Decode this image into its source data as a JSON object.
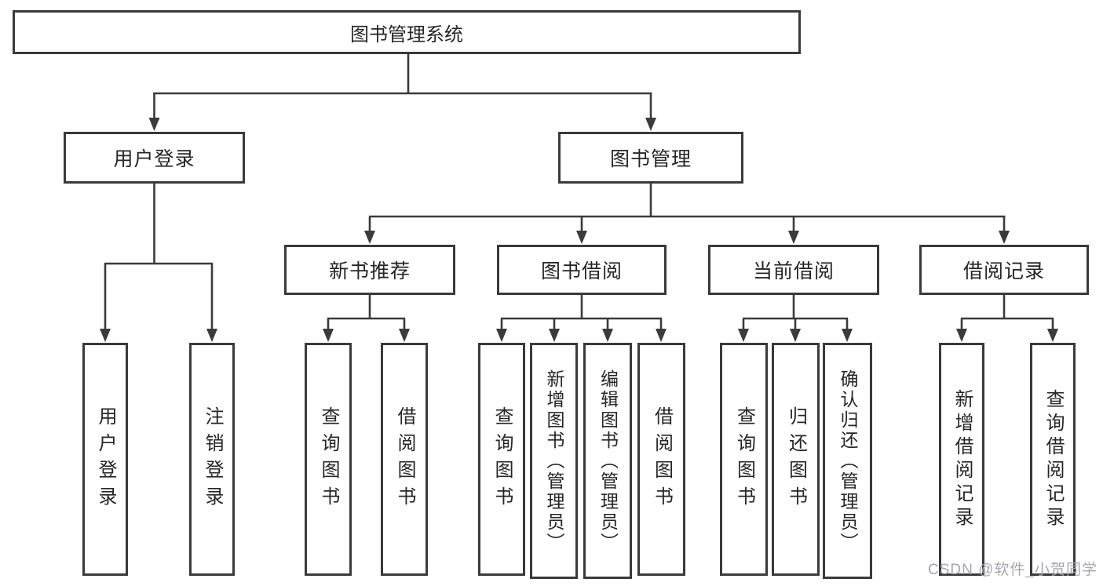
{
  "diagram": {
    "root": {
      "label": "图书管理系统"
    },
    "level2": [
      {
        "label": "用户登录"
      },
      {
        "label": "图书管理"
      }
    ],
    "level3": [
      {
        "label": "新书推荐"
      },
      {
        "label": "图书借阅"
      },
      {
        "label": "当前借阅"
      },
      {
        "label": "借阅记录"
      }
    ],
    "leaves": {
      "user_login": [
        {
          "label": "用户登录"
        },
        {
          "label": "注销登录"
        }
      ],
      "new_book_recommend": [
        {
          "label": "查询图书"
        },
        {
          "label": "借阅图书"
        }
      ],
      "book_borrow": [
        {
          "label": "查询图书"
        },
        {
          "label": "新增图书（管理员）"
        },
        {
          "label": "编辑图书（管理员）"
        },
        {
          "label": "借阅图书"
        }
      ],
      "current_borrow": [
        {
          "label": "查询图书"
        },
        {
          "label": "归还图书"
        },
        {
          "label": "确认归还（管理员）"
        }
      ],
      "borrow_records": [
        {
          "label": "新增借阅记录"
        },
        {
          "label": "查询借阅记录"
        }
      ]
    },
    "watermark": "CSDN @软件_小贺同学",
    "colors": {
      "line": "#3b3b3b",
      "text": "#262626",
      "watermark": "#a6a6b0",
      "background": "#ffffff"
    }
  }
}
